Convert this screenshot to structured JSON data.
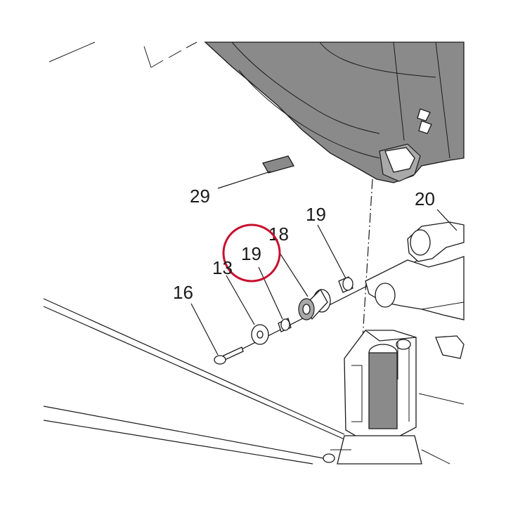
{
  "diagram": {
    "callouts": [
      {
        "id": "c29",
        "text": "29"
      },
      {
        "id": "c20",
        "text": "20"
      },
      {
        "id": "c19_top",
        "text": "19"
      },
      {
        "id": "c18",
        "text": "18"
      },
      {
        "id": "c19_circled",
        "text": "19"
      },
      {
        "id": "c13",
        "text": "13"
      },
      {
        "id": "c16",
        "text": "16"
      }
    ],
    "highlight_color": "#c8102e"
  }
}
